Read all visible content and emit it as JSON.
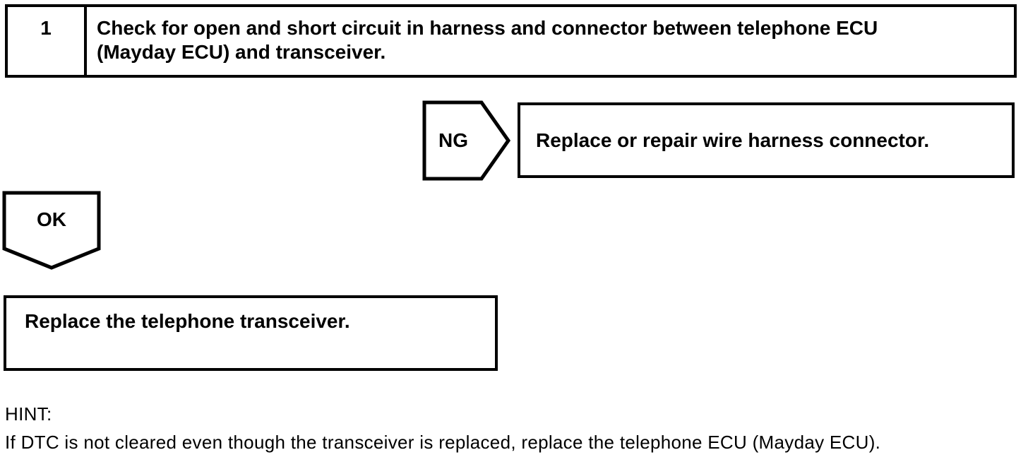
{
  "colors": {
    "ink": "#000000",
    "paper": "#ffffff"
  },
  "flowchart": {
    "step": {
      "number": "1",
      "instruction": "Check for open and short circuit in harness and connector between telephone ECU (Mayday ECU) and transceiver."
    },
    "ng": {
      "label": "NG",
      "action": "Replace or repair wire harness connector."
    },
    "ok": {
      "label": "OK"
    },
    "result": {
      "action": "Replace the telephone transceiver."
    },
    "hint": {
      "label": "HINT:",
      "text": "If DTC is not cleared even though the transceiver is replaced, replace the telephone ECU (Mayday ECU)."
    }
  }
}
